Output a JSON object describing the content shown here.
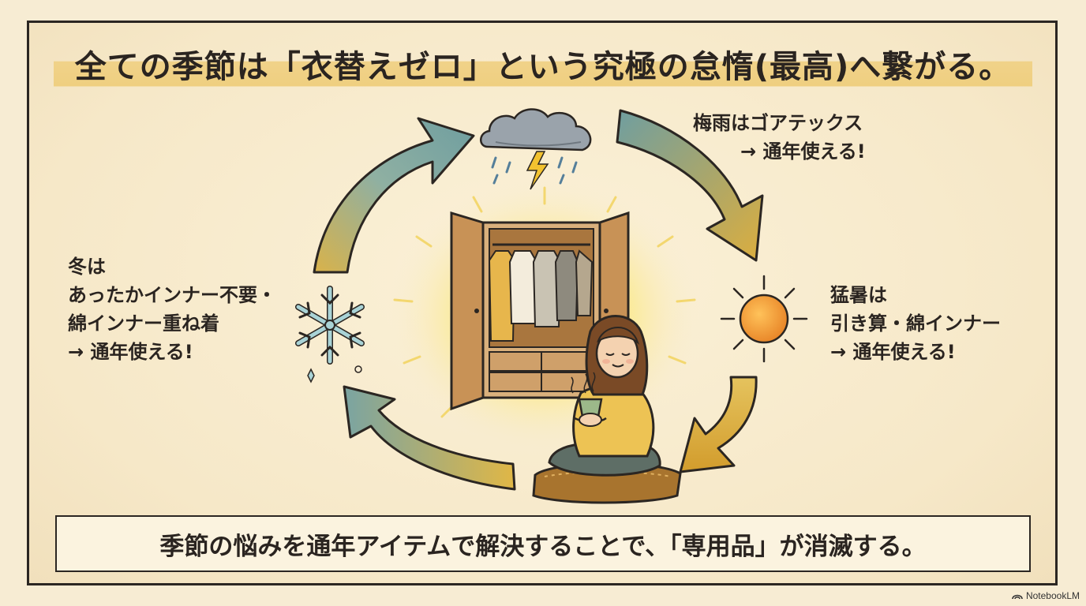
{
  "title": "全ての季節は「衣替えゼロ」という究極の怠惰(最高)へ繋がる。",
  "seasons": {
    "rainy": {
      "line1": "梅雨はゴアテックス",
      "line2": "→ 通年使える!"
    },
    "summer": {
      "line1": "猛暑は",
      "line2": "引き算・綿インナー",
      "line3": "→ 通年使える!"
    },
    "winter": {
      "line1": "冬は",
      "line2": "あったかインナー不要・",
      "line3": "綿インナー重ね着",
      "line4": "→ 通年使える!"
    }
  },
  "footer": "季節の悩みを通年アイテムで解決することで、「専用品」が消滅する。",
  "brand": "NotebookLM",
  "colors": {
    "teal": "#6f9ea0",
    "mustard": "#d9a93a",
    "outline": "#2b2622",
    "highlight": "#efcf80",
    "glow": "#fff3a8"
  },
  "icons": [
    "storm-cloud-icon",
    "sun-icon",
    "snowflake-icon",
    "wardrobe-illustration",
    "person-with-tea-illustration"
  ]
}
